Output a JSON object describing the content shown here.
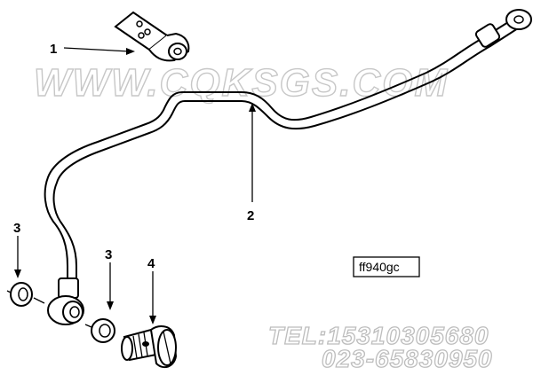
{
  "watermark": {
    "url": "WWW.CQKSGS.COM",
    "tel": "TEL:15310305680",
    "phone2": "023-65830950",
    "color": "#c7c7c7"
  },
  "figure_code": "ff940gc",
  "callouts": [
    {
      "id": "c1",
      "label": "1"
    },
    {
      "id": "c2",
      "label": "2"
    },
    {
      "id": "c3a",
      "label": "3"
    },
    {
      "id": "c3b",
      "label": "3"
    },
    {
      "id": "c4",
      "label": "4"
    }
  ]
}
